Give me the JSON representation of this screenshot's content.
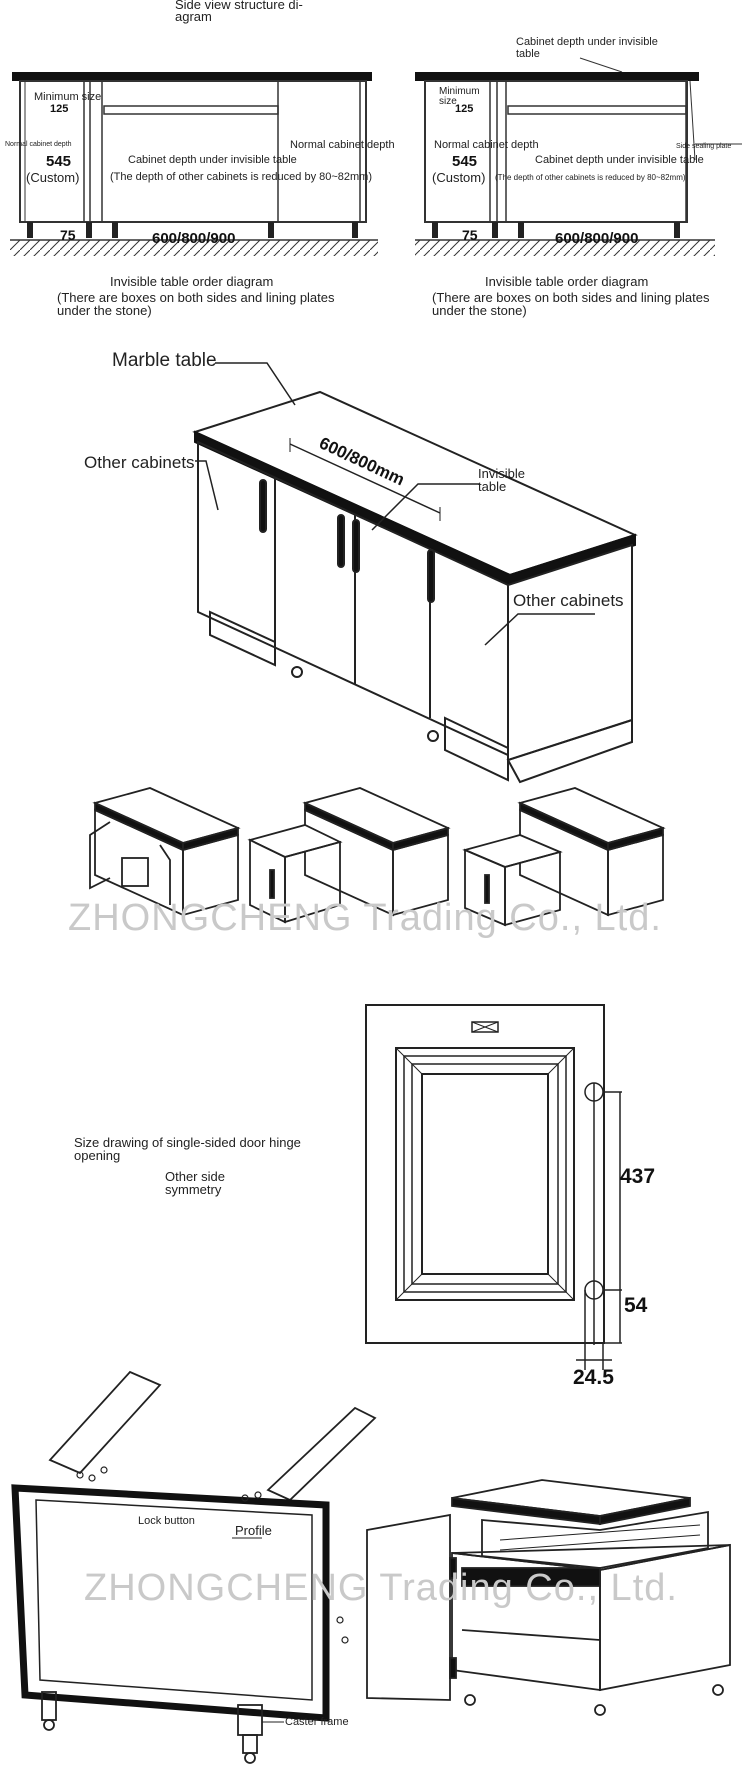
{
  "header": {
    "title": "Side view structure di-\nagram"
  },
  "left_side_view": {
    "min_size_label": "Minimum size",
    "min_size_value": "125",
    "normal_depth_small": "Normal cabinet depth",
    "normal_depth_right": "Normal cabinet depth",
    "depth_value": "545",
    "custom": "(Custom)",
    "under_table": "Cabinet depth under invisible table",
    "reduced": "(The depth of other cabinets is reduced by 80~82mm)",
    "width_75": "75",
    "widths": "600/800/900",
    "caption": "Invisible table order diagram",
    "note": "(There are boxes on both sides and lining plates\nunder the stone)"
  },
  "right_side_view": {
    "top_label": "Cabinet depth under invisible\ntable",
    "min_size_label": "Minimum\nsize",
    "min_size_value": "125",
    "normal_depth": "Normal cabinet depth",
    "side_sealing": "Side sealing plate",
    "depth_value": "545",
    "custom": "(Custom)",
    "under_table": "Cabinet depth under invisible table",
    "reduced": "(The depth of other cabinets is reduced by 80~82mm)",
    "width_75": "75",
    "widths": "600/800/900",
    "caption": "Invisible table order diagram",
    "note": "(There are boxes on both sides and lining plates\nunder the stone)"
  },
  "iso_view": {
    "marble_table": "Marble table",
    "other_cabinets_left": "Other cabinets",
    "dimension": "600/800mm",
    "invisible_table": "Invisible\ntable",
    "other_cabinets_right": "Other cabinets"
  },
  "watermark": "ZHONGCHENG Trading Co., Ltd.",
  "hinge": {
    "title": "Size drawing of single-sided door hinge\nopening",
    "symmetry": "Other side\nsymmetry",
    "dim_437": "437",
    "dim_54": "54",
    "dim_24_5": "24.5"
  },
  "frame": {
    "lock_button": "Lock button",
    "profile": "Profile",
    "caster_frame": "Caster frame"
  }
}
